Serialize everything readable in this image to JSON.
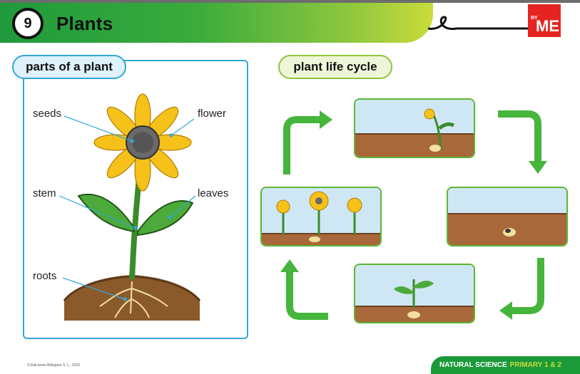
{
  "header": {
    "chapter_number": "9",
    "title": "Plants",
    "logo_small": "BY",
    "logo_text": "ME"
  },
  "sections": {
    "parts_title": "parts of a plant",
    "cycle_title": "plant life cycle"
  },
  "plant_labels": {
    "seeds": "seeds",
    "flower": "flower",
    "stem": "stem",
    "leaves": "leaves",
    "roots": "roots"
  },
  "footer": {
    "copyright": "© Ediciones Bilingües S. L., 2015",
    "series": "NATURAL SCIENCE",
    "level": "PRIMARY 1 & 2"
  },
  "colors": {
    "green": "#1f9a3b",
    "lime": "#8cc63f",
    "blue": "#32a6d8",
    "red": "#e52421",
    "arrow": "#45b53c"
  }
}
